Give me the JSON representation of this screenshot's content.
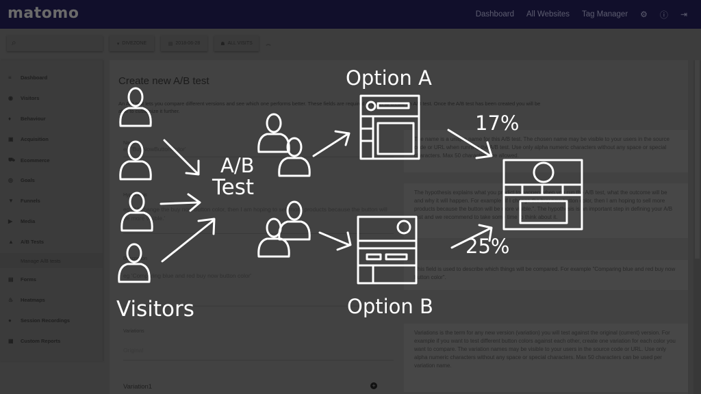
{
  "header": {
    "logo": "matomo",
    "nav": [
      "Dashboard",
      "All Websites",
      "Tag Manager"
    ],
    "icons": [
      "gear-icon",
      "info-icon",
      "logout-icon"
    ]
  },
  "toolbar": {
    "search_icon": "search-icon",
    "site": "DIVEZONE",
    "date": "2018-06-28",
    "segment": "ALL VISITS"
  },
  "sidebar": {
    "items": [
      {
        "label": "Dashboard",
        "icon": "≡"
      },
      {
        "label": "Visitors",
        "icon": "◉"
      },
      {
        "label": "Behaviour",
        "icon": "♦"
      },
      {
        "label": "Acquisition",
        "icon": "▣"
      },
      {
        "label": "Ecommerce",
        "icon": "⛟"
      },
      {
        "label": "Goals",
        "icon": "◎"
      },
      {
        "label": "Funnels",
        "icon": "▼"
      },
      {
        "label": "Media",
        "icon": "▶"
      },
      {
        "label": "A/B Tests",
        "icon": "▲"
      },
      {
        "label": "Forms",
        "icon": "▤"
      },
      {
        "label": "Heatmaps",
        "icon": "♨"
      },
      {
        "label": "Session Recordings",
        "icon": "●"
      },
      {
        "label": "Custom Reports",
        "icon": "▦"
      }
    ],
    "sub_item": "Manage A/B tests"
  },
  "main": {
    "title": "Create new A/B test",
    "intro": "An A/B test lets you compare different versions and see which one performs better. These fields are required in order to create an A/B test. Once the A/B test has been created you will be able to customize it further.",
    "fields": {
      "name_label": "Name",
      "name_placeholder": "eg 'BuyNowButtonColor'",
      "hypothesis_label": "Hypothesis",
      "hypothesis_placeholder": "eg 'If I change the buy now button color, then I am hoping to sell more products because the button will be more visible.'",
      "description_label": "Description",
      "description_placeholder": "eg 'Comparing blue and red buy now button color'",
      "variations_label": "Variations",
      "original": "Original",
      "variation1": "Variation1"
    },
    "help": {
      "name": "The name is a unique name for this A/B test. The chosen name may be visible to your users in the source code or URL when running the A/B test. Use only alpha numeric characters without any space or special characters. Max 50 characters are allowed.",
      "hypothesis": "The hypothesis explains what you predict to happen when you run the A/B test, what the outcome will be and why it will happen. For example \"If I change the buy now button color, then I am hoping to sell more products because the button will be more visible.\". The hypothesis is an important step in defining your A/B test and we recommend to take some time to think about it.",
      "description": "This field is used to describe which things will be compared. For example \"Comparing blue and red buy now button color\".",
      "variations": "Variations is the term for any new version (variation) you will test against the original (current) version. For example if you want to test different button colors against each other, create one variation for each color you want to compare. The variation names may be visible to your users in the source code or URL. Use only alpha numeric characters without any space or special characters. Max 50 characters can be used per variation name."
    }
  },
  "illustration": {
    "visitors": "Visitors",
    "ab": "A/B",
    "test": "Test",
    "option_a": "Option A",
    "option_b": "Option B",
    "pct_a": "17%",
    "pct_b": "25%"
  }
}
